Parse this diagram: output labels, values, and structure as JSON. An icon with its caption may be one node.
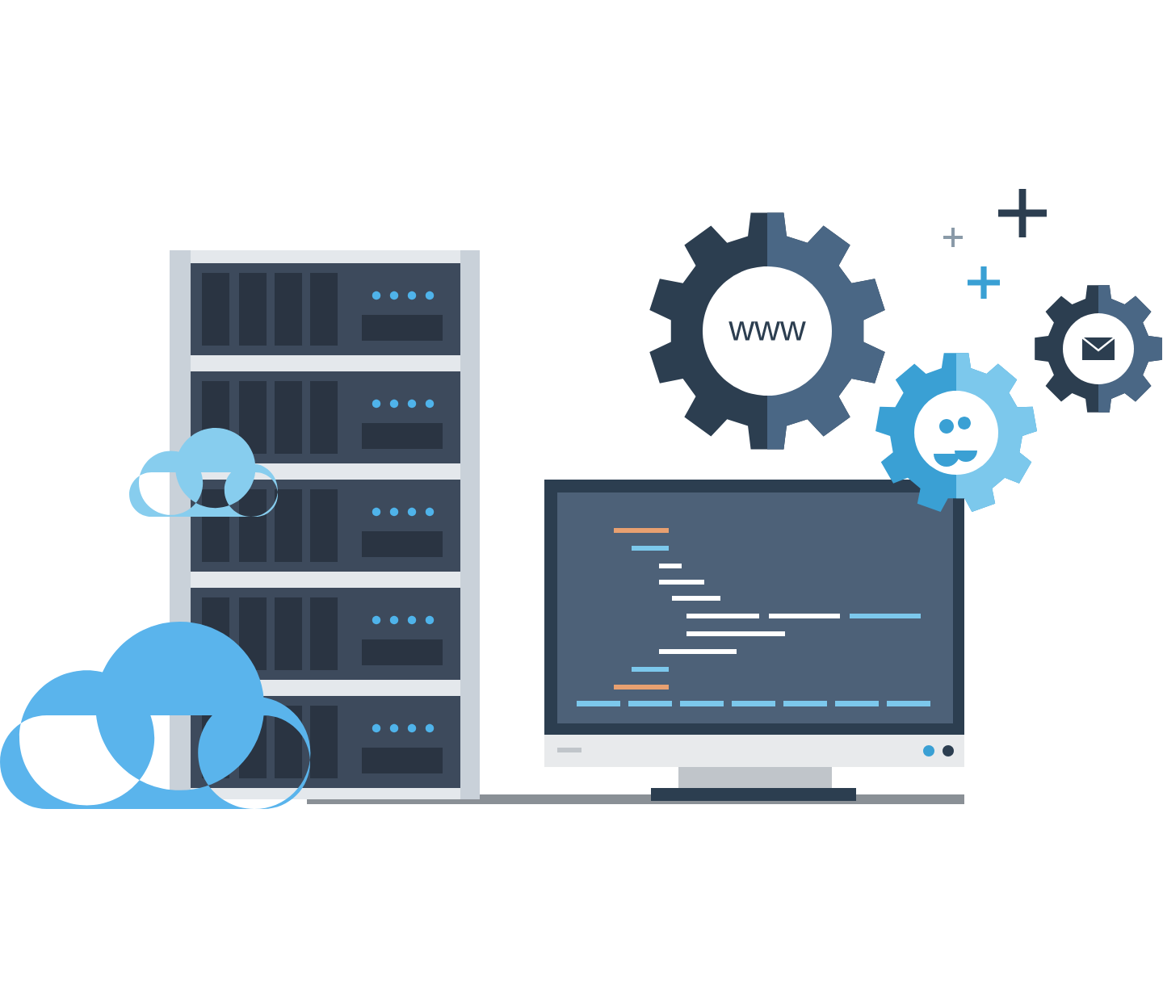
{
  "diagram": {
    "nodes": [
      {
        "text": [
          "www"
        ]
      },
      {
        "text": [],
        "shape": "gear"
      },
      {
        "text": [],
        "shape": "gear"
      }
    ]
  }
}
